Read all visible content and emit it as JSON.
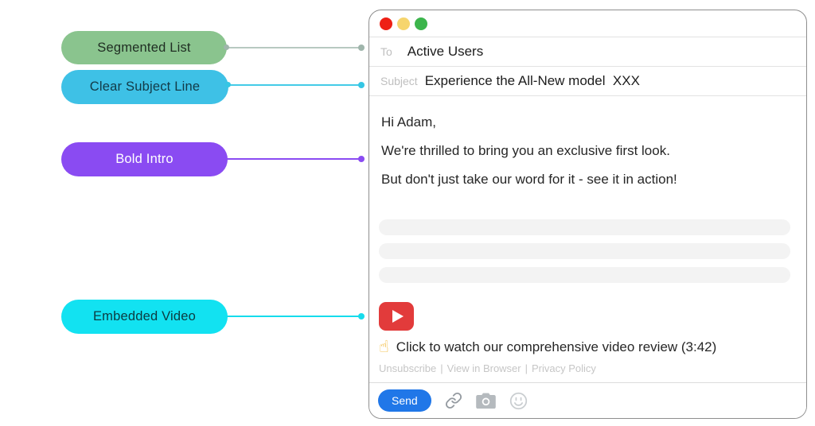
{
  "annotations": [
    {
      "label": "Segmented List",
      "bg": "#8ac48e",
      "text_color": "#1f2d22",
      "line_color": "#b7c9c1",
      "dot_color": "#9fb5ab"
    },
    {
      "label": "Clear Subject Line",
      "bg": "#3ec1e6",
      "text_color": "#123a47",
      "line_color": "#44cbe7",
      "dot_color": "#35c6e4"
    },
    {
      "label": "Bold Intro",
      "bg": "#8a4bf2",
      "text_color": "#ffffff",
      "line_color": "#8a4bf2",
      "dot_color": "#8a4bf2"
    },
    {
      "label": "Embedded Video",
      "bg": "#12e2f1",
      "text_color": "#0c3b40",
      "line_color": "#16dcec",
      "dot_color": "#16dcec"
    }
  ],
  "email_window": {
    "traffic_lights": {
      "close": "#ee2015",
      "minimize": "#f6d56d",
      "zoom": "#3cb54c"
    },
    "to_field": {
      "label": "To",
      "value": "Active Users"
    },
    "subject_field": {
      "label": "Subject",
      "value": "Experience the All-New model  XXX"
    },
    "body_lines": {
      "greeting": "Hi Adam,",
      "intro": "We're thrilled to bring you an exclusive first look.",
      "hook": "But don't just take our word for it - see it in action!"
    },
    "placeholder_bar_color": "#f3f3f3",
    "video": {
      "icon": "youtube-play-icon",
      "icon_color": "#e23b3b",
      "pointer_glyph": "☝",
      "caption": "Click to watch our comprehensive video review (3:42)"
    },
    "footer_links": {
      "unsubscribe": "Unsubscribe",
      "view_in_browser": "View in Browser",
      "privacy_policy": "Privacy Policy",
      "separator": "|"
    },
    "toolbar": {
      "send_label": "Send",
      "send_color": "#2077e8",
      "icons": [
        "link-icon",
        "camera-icon",
        "smiley-icon"
      ]
    }
  }
}
